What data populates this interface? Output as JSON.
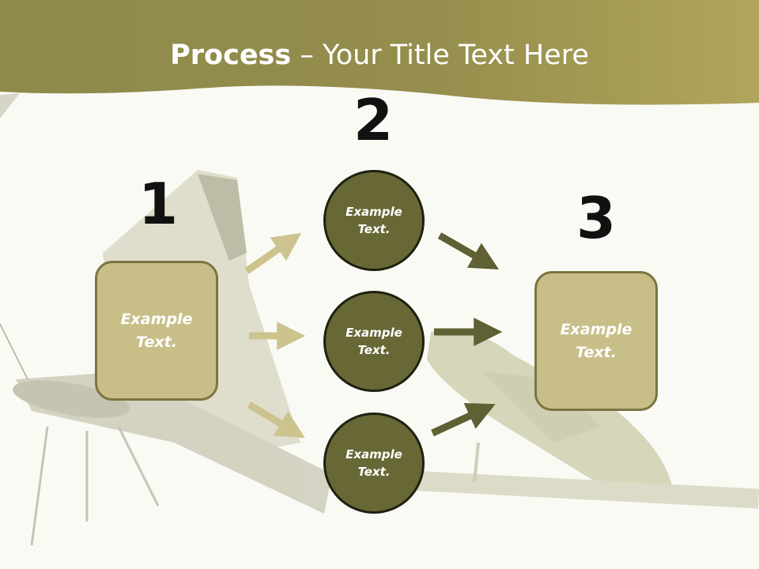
{
  "title": {
    "bold": "Process",
    "rest": " – Your Title Text Here"
  },
  "numbers": {
    "one": "1",
    "two": "2",
    "three": "3"
  },
  "left_box": {
    "text": "Example\nText."
  },
  "circles": [
    {
      "text": "Example\nText."
    },
    {
      "text": "Example\nText."
    },
    {
      "text": "Example\nText."
    }
  ],
  "right_box": {
    "text": "Example\nText."
  },
  "colors": {
    "header": "#9c9450",
    "box_fill": "#c8bf88",
    "circle_fill": "#676835",
    "light_arrow": "#cdc38f",
    "dark_arrow": "#5f6033"
  }
}
